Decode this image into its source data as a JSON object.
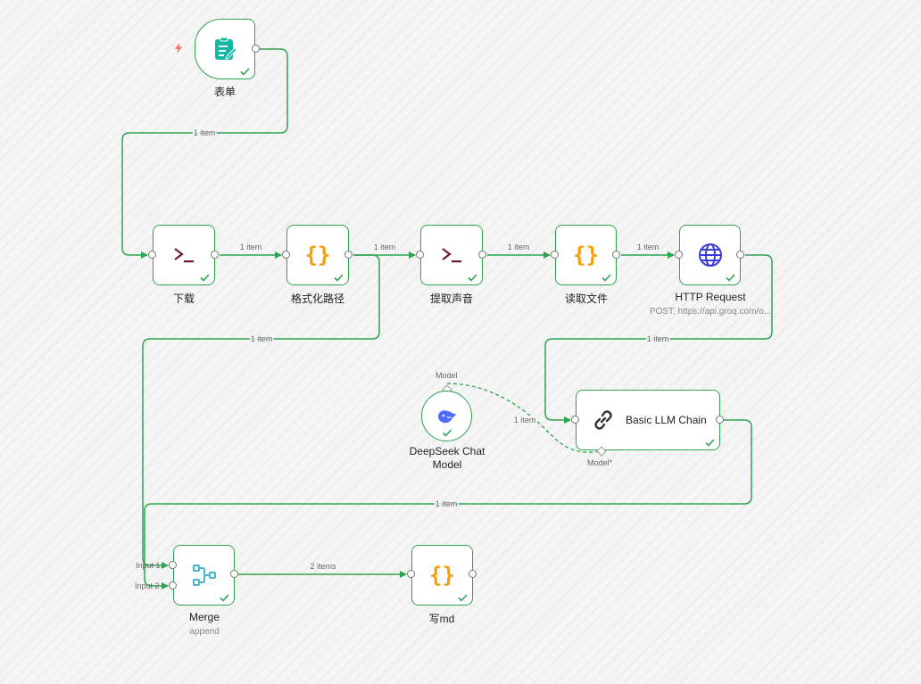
{
  "nodes": {
    "form": {
      "label": "表单",
      "icon": "form-icon"
    },
    "download": {
      "label": "下载",
      "icon": "terminal-icon"
    },
    "format_path": {
      "label": "格式化路径",
      "icon": "code-braces-icon"
    },
    "extract_audio": {
      "label": "提取声音",
      "icon": "terminal-icon"
    },
    "read_file": {
      "label": "读取文件",
      "icon": "code-braces-icon"
    },
    "http_request": {
      "label": "HTTP Request",
      "subtitle": "POST: https://api.groq.com/o...",
      "icon": "globe-icon"
    },
    "basic_llm_chain": {
      "label": "Basic LLM Chain",
      "icon": "link-icon",
      "port_model": "Model*"
    },
    "deepseek": {
      "label_line1": "DeepSeek Chat",
      "label_line2": "Model",
      "port_model": "Model",
      "icon": "deepseek-whale-icon"
    },
    "merge": {
      "label": "Merge",
      "subtitle": "append",
      "input1": "Input 1",
      "input2": "Input 2",
      "icon": "merge-icon"
    },
    "write_md": {
      "label": "写md",
      "icon": "code-braces-icon"
    }
  },
  "edges": {
    "form_download": "1 item",
    "download_format": "1 item",
    "format_extract": "1 item",
    "format_merge": "1 item",
    "extract_read": "1 item",
    "read_http": "1 item",
    "http_llm": "1 item",
    "model_llm": "1 item",
    "llm_merge": "1 item",
    "merge_write": "2 items"
  },
  "colors": {
    "success": "#2ea44f",
    "terminal": "#6b1d2e",
    "code": "#f59e0b",
    "globe": "#3b3fd8",
    "form": "#14b8a6",
    "merge": "#4bb6c9",
    "trigger": "#ff6d5a"
  }
}
